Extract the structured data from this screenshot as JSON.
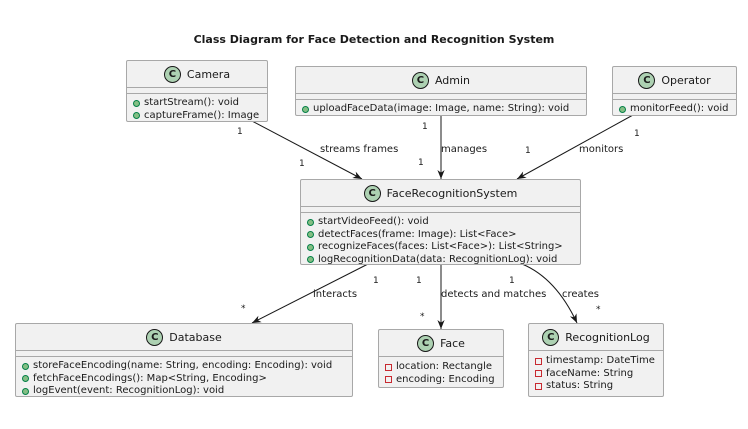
{
  "title": "Class Diagram for Face Detection and Recognition System",
  "classes": {
    "camera": {
      "badge": "C",
      "name": "Camera",
      "members": [
        {
          "vis": "public",
          "text": "startStream(): void"
        },
        {
          "vis": "public",
          "text": "captureFrame(): Image"
        }
      ]
    },
    "admin": {
      "badge": "C",
      "name": "Admin",
      "members": [
        {
          "vis": "public",
          "text": "uploadFaceData(image: Image, name: String): void"
        }
      ]
    },
    "operator": {
      "badge": "C",
      "name": "Operator",
      "members": [
        {
          "vis": "public",
          "text": "monitorFeed(): void"
        }
      ]
    },
    "frs": {
      "badge": "C",
      "name": "FaceRecognitionSystem",
      "members": [
        {
          "vis": "public",
          "text": "startVideoFeed(): void"
        },
        {
          "vis": "public",
          "text": "detectFaces(frame: Image): List<Face>"
        },
        {
          "vis": "public",
          "text": "recognizeFaces(faces: List<Face>): List<String>"
        },
        {
          "vis": "public",
          "text": "logRecognitionData(data: RecognitionLog): void"
        }
      ]
    },
    "database": {
      "badge": "C",
      "name": "Database",
      "members": [
        {
          "vis": "public",
          "text": "storeFaceEncoding(name: String, encoding: Encoding): void"
        },
        {
          "vis": "public",
          "text": "fetchFaceEncodings(): Map<String, Encoding>"
        },
        {
          "vis": "public",
          "text": "logEvent(event: RecognitionLog): void"
        }
      ]
    },
    "face": {
      "badge": "C",
      "name": "Face",
      "members": [
        {
          "vis": "private",
          "text": "location: Rectangle"
        },
        {
          "vis": "private",
          "text": "encoding: Encoding"
        }
      ]
    },
    "log": {
      "badge": "C",
      "name": "RecognitionLog",
      "members": [
        {
          "vis": "private",
          "text": "timestamp: DateTime"
        },
        {
          "vis": "private",
          "text": "faceName: String"
        },
        {
          "vis": "private",
          "text": "status: String"
        }
      ]
    }
  },
  "relations": [
    {
      "from": "camera",
      "to": "frs",
      "label": "streams frames",
      "from_mult": "1",
      "to_mult": "1"
    },
    {
      "from": "admin",
      "to": "frs",
      "label": "manages",
      "from_mult": "1",
      "to_mult": "1"
    },
    {
      "from": "operator",
      "to": "frs",
      "label": "monitors",
      "from_mult": "1",
      "to_mult": "1"
    },
    {
      "from": "frs",
      "to": "database",
      "label": "interacts",
      "from_mult": "1",
      "to_mult": "*"
    },
    {
      "from": "frs",
      "to": "face",
      "label": "detects and matches",
      "from_mult": "1",
      "to_mult": "*"
    },
    {
      "from": "frs",
      "to": "log",
      "label": "creates",
      "from_mult": "1",
      "to_mult": "*"
    }
  ]
}
